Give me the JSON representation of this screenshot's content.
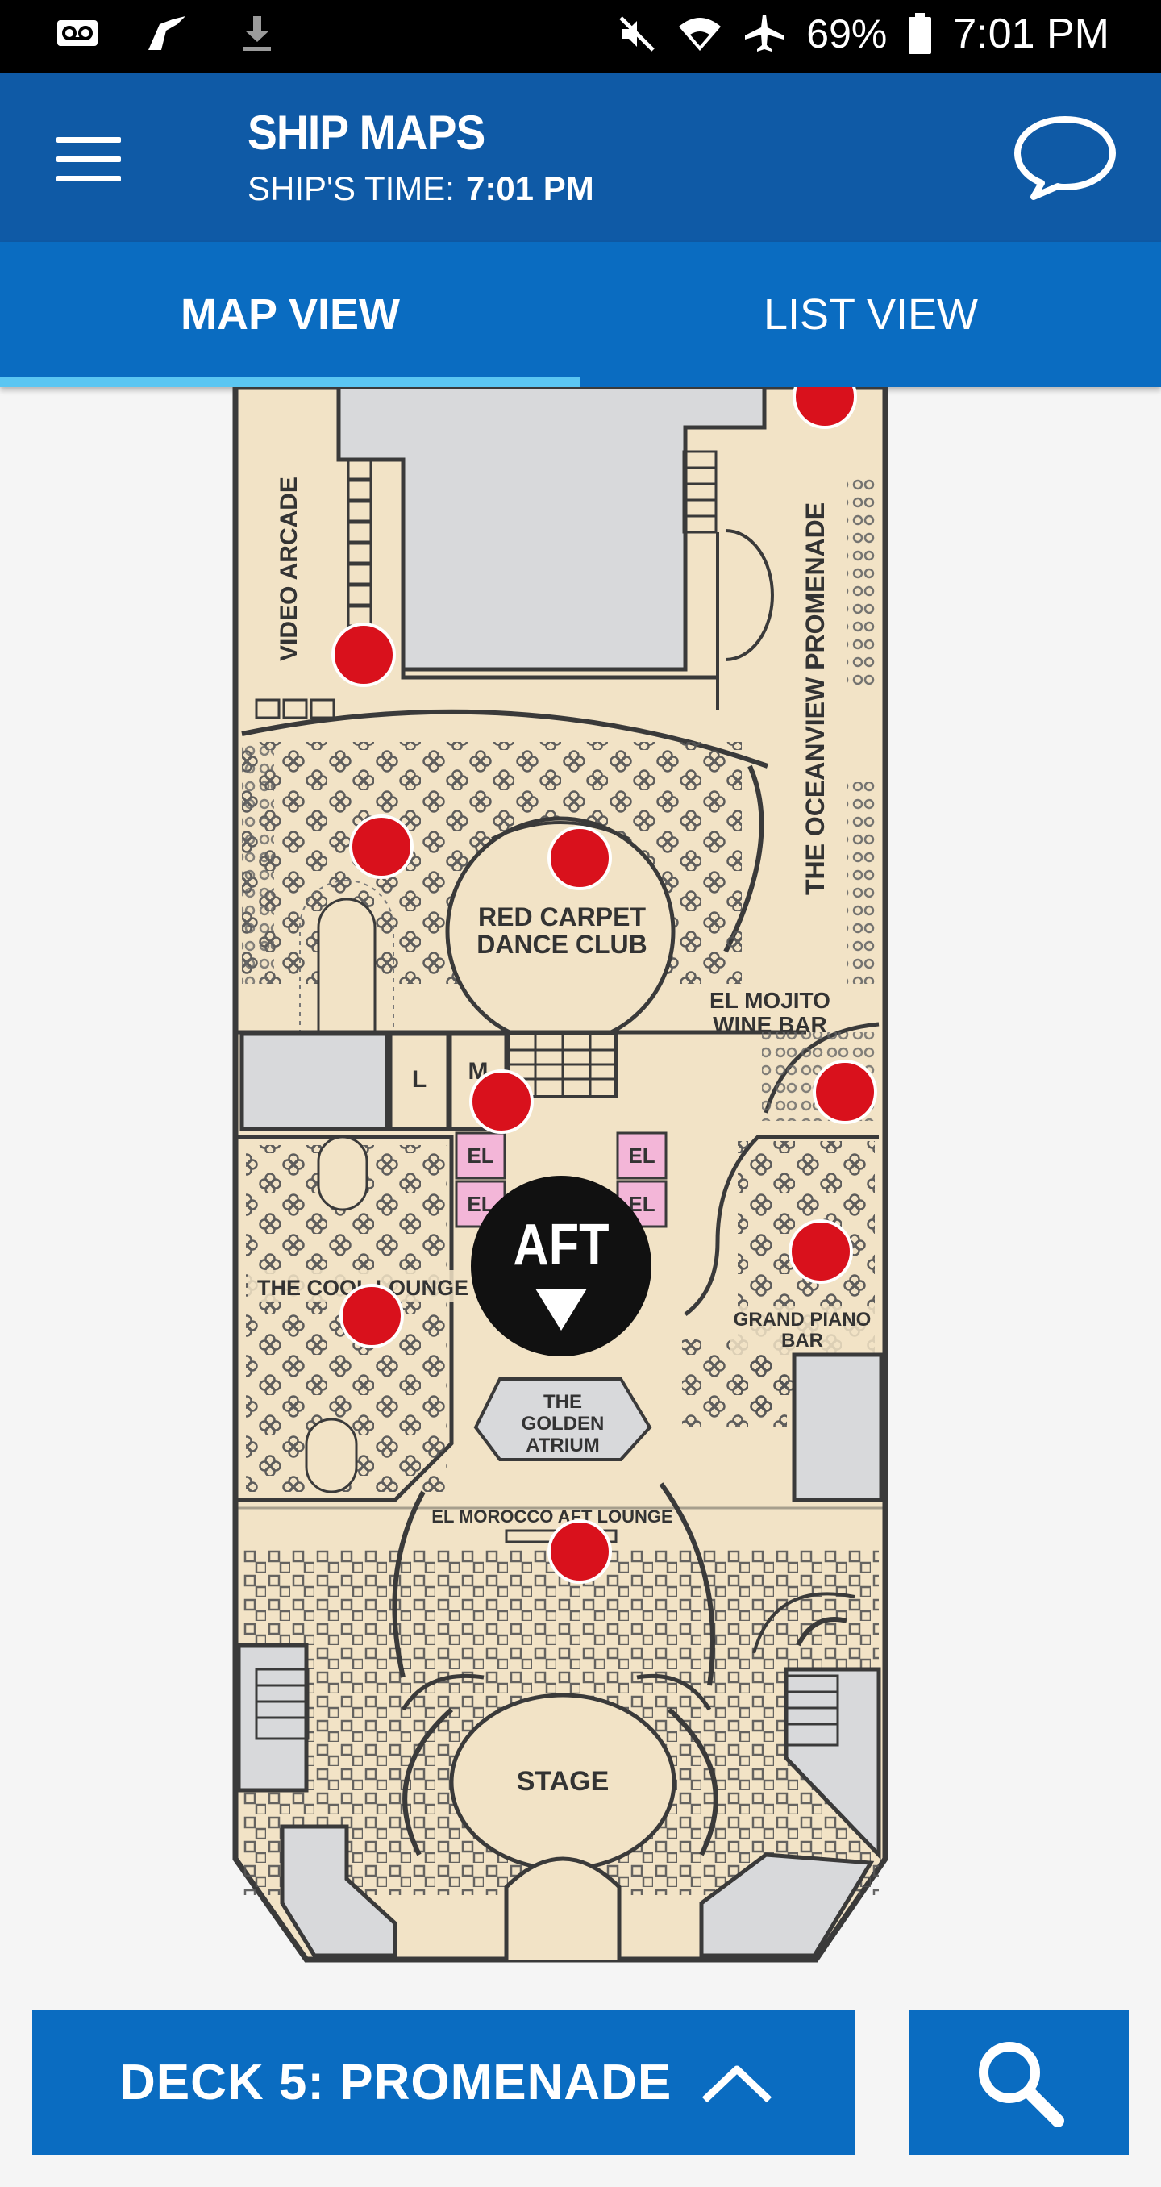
{
  "status_bar": {
    "battery_percent": "69%",
    "time": "7:01 PM"
  },
  "header": {
    "title": "SHIP MAPS",
    "ship_time_label": "SHIP'S TIME:",
    "ship_time_value": "7:01 PM"
  },
  "tabs": [
    {
      "label": "MAP VIEW",
      "active": true
    },
    {
      "label": "LIST VIEW",
      "active": false
    }
  ],
  "map": {
    "labels": {
      "video_arcade": "VIDEO ARCADE",
      "oceanview_promenade": "THE OCEANVIEW PROMENADE",
      "red_carpet_1": "RED CARPET",
      "red_carpet_2": "DANCE CLUB",
      "el_mojito_1": "EL MOJITO",
      "el_mojito_2": "WINE BAR",
      "l": "L",
      "m": "M",
      "el": "EL",
      "aft": "AFT",
      "cool_lounge": "THE COOL LOUNGE",
      "grand_piano_1": "GRAND PIANO",
      "grand_piano_2": "BAR",
      "golden_atrium_1": "THE",
      "golden_atrium_2": "GOLDEN",
      "golden_atrium_3": "ATRIUM",
      "el_morocco": "EL MOROCCO AFT LOUNGE",
      "stage": "STAGE"
    },
    "colors": {
      "deck": "#f2e3c6",
      "outline": "#3a3a3a",
      "void": "#d8d9db",
      "marker": "#d9111c",
      "elevator": "#f3b6d8"
    }
  },
  "bottom": {
    "deck_label": "DECK 5: PROMENADE"
  },
  "icons": [
    "voicemail-icon",
    "cast-icon",
    "download-icon",
    "mute-icon",
    "wifi-icon",
    "airplane-icon",
    "battery-icon",
    "menu-icon",
    "chat-icon",
    "chevron-up-icon",
    "search-icon"
  ]
}
